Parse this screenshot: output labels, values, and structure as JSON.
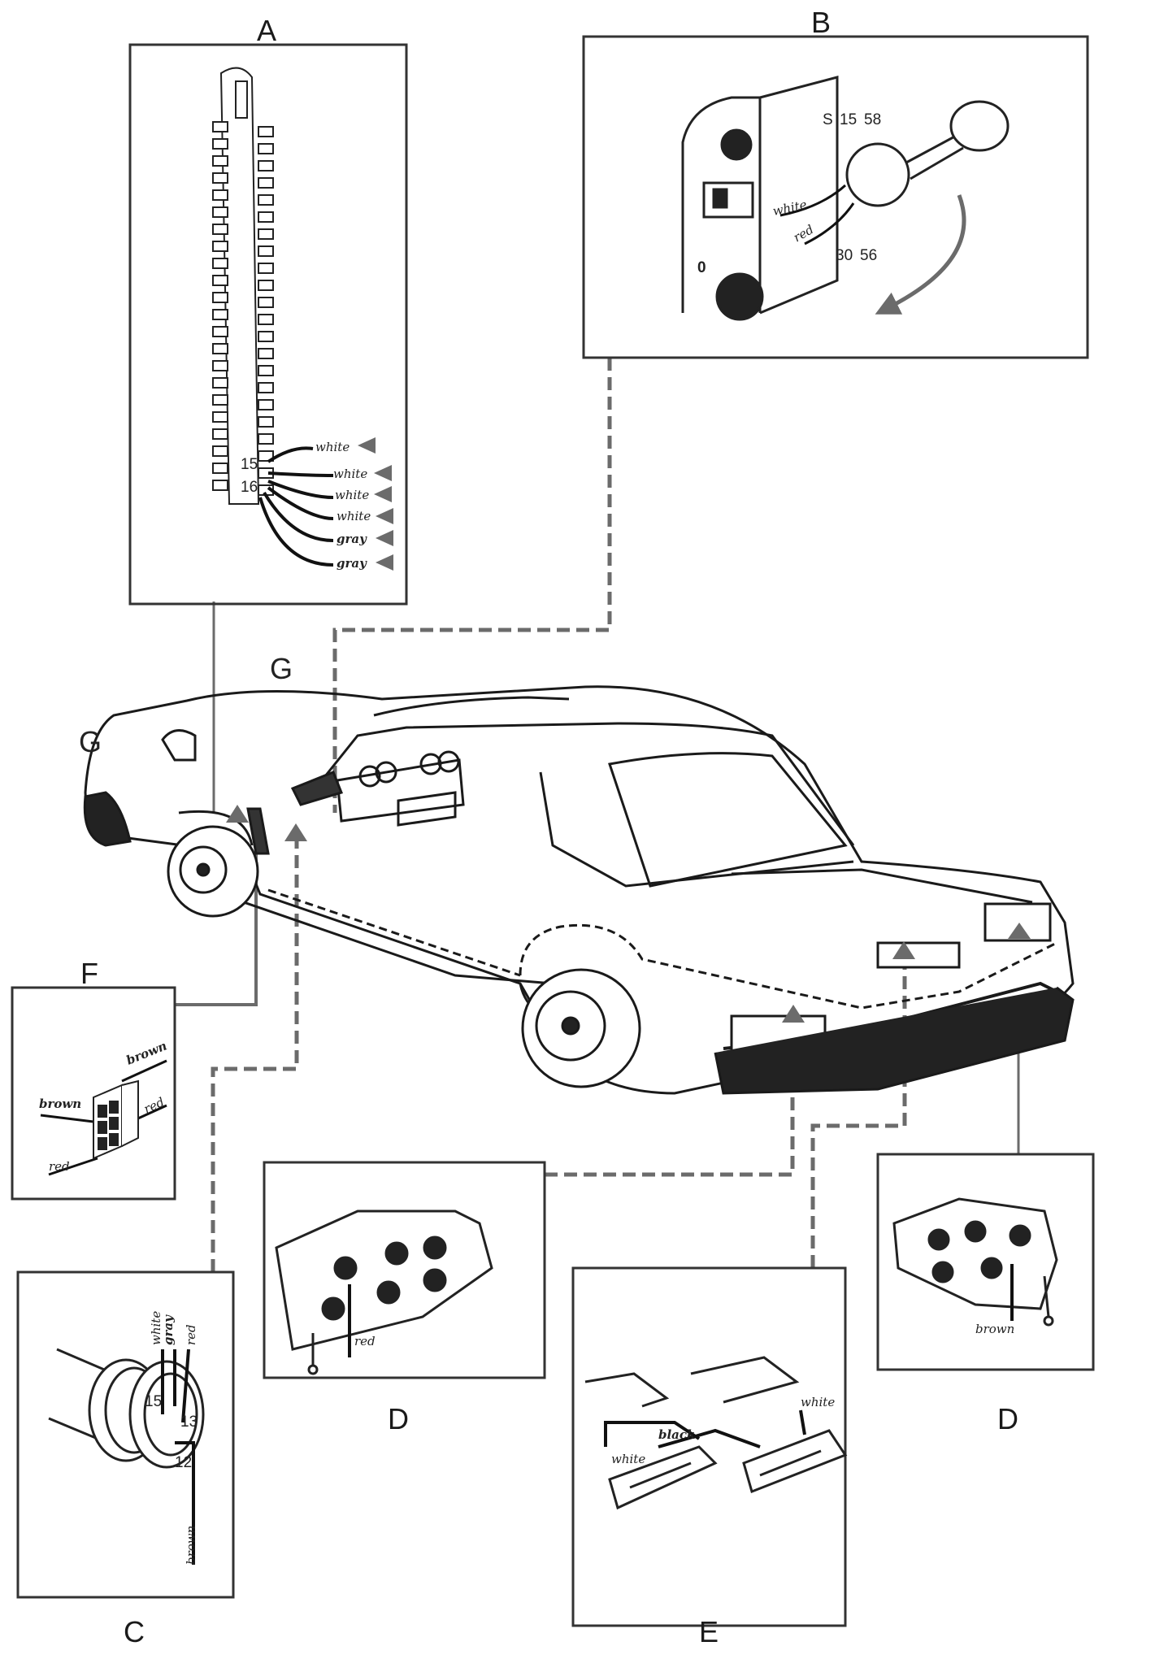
{
  "panels": {
    "A": {
      "letter": "A",
      "wire_labels": [
        "white",
        "white",
        "white",
        "white",
        "gray",
        "gray"
      ],
      "terminals": [
        "15",
        "16"
      ]
    },
    "B": {
      "letter": "B",
      "terminals_top": [
        "S",
        "15",
        "58"
      ],
      "terminals_bottom": [
        "30",
        "56"
      ],
      "wire_labels": [
        "white",
        "red"
      ],
      "switch_position": "0"
    },
    "C": {
      "letter": "C",
      "wire_labels": [
        "white",
        "gray",
        "red",
        "brown"
      ],
      "terminals": [
        "15",
        "13",
        "12"
      ]
    },
    "D_left": {
      "letter": "D",
      "wire_labels": [
        "red"
      ]
    },
    "D_right": {
      "letter": "D",
      "wire_labels": [
        "brown"
      ]
    },
    "E": {
      "letter": "E",
      "wire_labels": [
        "white",
        "black",
        "white"
      ]
    },
    "F": {
      "letter": "F",
      "wire_labels": [
        "brown",
        "brown",
        "red",
        "red"
      ]
    }
  },
  "car_labels": [
    "G",
    "G"
  ],
  "colors": {
    "ink": "#222222",
    "wire_gray": "#6b6b6b",
    "paper": "#ffffff"
  }
}
